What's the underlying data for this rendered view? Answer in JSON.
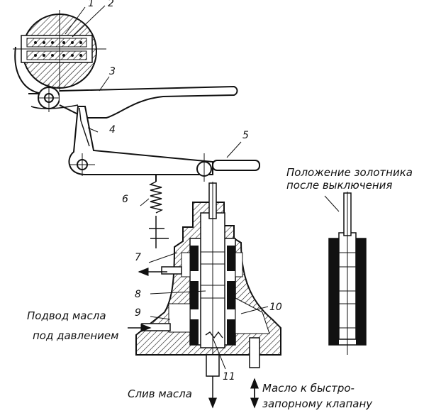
{
  "labels": {
    "oil_supply_line1": "Подвод масла",
    "oil_supply_line2": "под давлением",
    "oil_drain": "Слив масла",
    "oil_to_valve_line1": "Масло к быстро-",
    "oil_to_valve_line2": "запорному клапану",
    "spool_position_line1": "Положение золотника",
    "spool_position_line2": "после   выключения"
  },
  "part_numbers": [
    "1",
    "2",
    "3",
    "4",
    "5",
    "6",
    "7",
    "8",
    "9",
    "10",
    "11"
  ],
  "colors": {
    "ink": "#111111",
    "paper": "#ffffff"
  }
}
